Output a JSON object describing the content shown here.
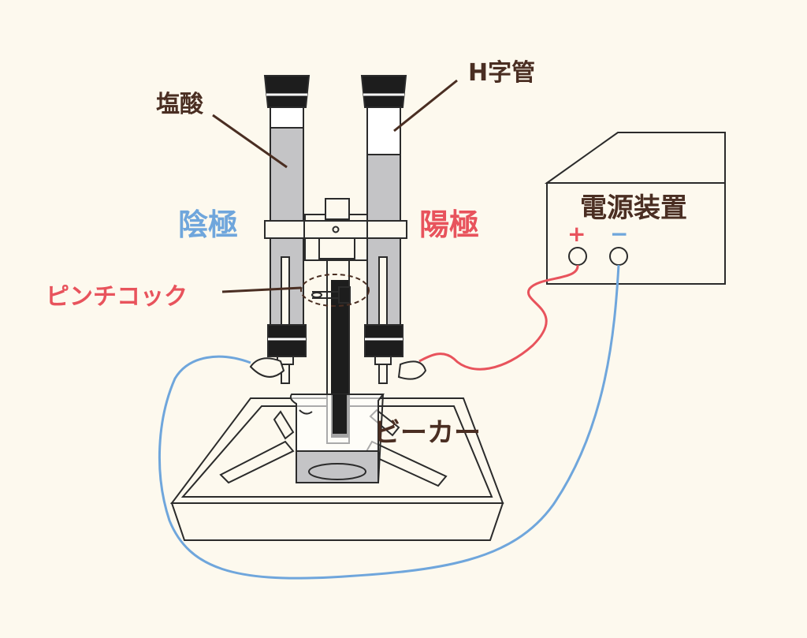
{
  "labels": {
    "hydrochloric_acid": "塩酸",
    "h_tube": "H字管",
    "cathode": "陰極",
    "anode": "陽極",
    "pinch_cock": "ピンチコック",
    "beaker": "ビーカー",
    "power_supply": "電源装置",
    "plus": "+",
    "minus": "−"
  },
  "colors": {
    "background": "#fdf9ee",
    "outline": "#2b2b2b",
    "label_text": "#4a2e22",
    "cathode_blue": "#6fa6dc",
    "anode_red": "#e8535c",
    "liquid_gray": "#c4c4c6",
    "rubber_black": "#1d1d1d",
    "glass": "#ffffff"
  }
}
